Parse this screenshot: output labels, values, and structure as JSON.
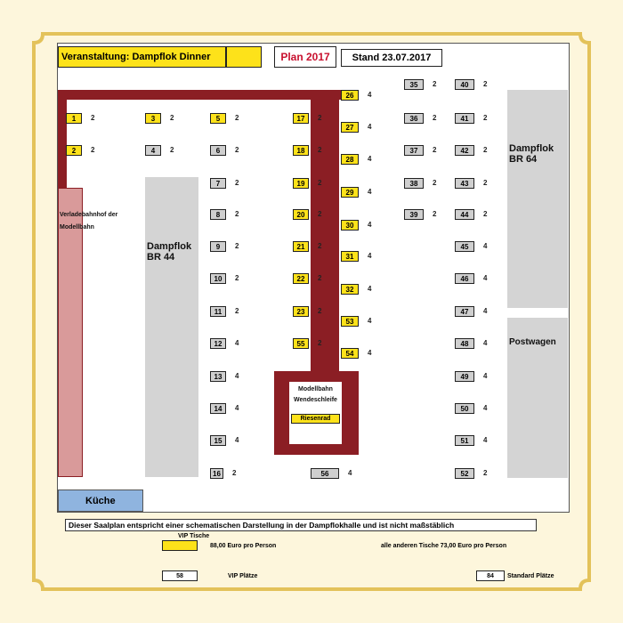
{
  "header": {
    "event": "Veranstaltung: Dampflok Dinner",
    "plan": "Plan 2017",
    "stand": "Stand 23.07.2017"
  },
  "areas": {
    "br44": "Dampflok BR 44",
    "br64": "Dampflok BR 64",
    "postwagen": "Postwagen",
    "kueche": "Küche",
    "verlade": "Verladebahnhof der Modellbahn",
    "modellbahn": "Modellbahn Wendeschleife",
    "riesenrad": "Riesenrad"
  },
  "tables": [
    {
      "no": "1",
      "seats": "2",
      "type": "vip"
    },
    {
      "no": "2",
      "seats": "2",
      "type": "vip"
    },
    {
      "no": "3",
      "seats": "2",
      "type": "vip"
    },
    {
      "no": "4",
      "seats": "2",
      "type": "std"
    },
    {
      "no": "5",
      "seats": "2",
      "type": "vip"
    },
    {
      "no": "6",
      "seats": "2",
      "type": "std"
    },
    {
      "no": "7",
      "seats": "2",
      "type": "std"
    },
    {
      "no": "8",
      "seats": "2",
      "type": "std"
    },
    {
      "no": "9",
      "seats": "2",
      "type": "std"
    },
    {
      "no": "10",
      "seats": "2",
      "type": "std"
    },
    {
      "no": "11",
      "seats": "2",
      "type": "std"
    },
    {
      "no": "12",
      "seats": "4",
      "type": "std"
    },
    {
      "no": "13",
      "seats": "4",
      "type": "std"
    },
    {
      "no": "14",
      "seats": "4",
      "type": "std"
    },
    {
      "no": "15",
      "seats": "4",
      "type": "std"
    },
    {
      "no": "16",
      "seats": "2",
      "type": "std"
    },
    {
      "no": "17",
      "seats": "2",
      "type": "vip"
    },
    {
      "no": "18",
      "seats": "2",
      "type": "vip"
    },
    {
      "no": "19",
      "seats": "2",
      "type": "vip"
    },
    {
      "no": "20",
      "seats": "2",
      "type": "vip"
    },
    {
      "no": "21",
      "seats": "2",
      "type": "vip"
    },
    {
      "no": "22",
      "seats": "2",
      "type": "vip"
    },
    {
      "no": "23",
      "seats": "2",
      "type": "vip"
    },
    {
      "no": "55",
      "seats": "2",
      "type": "vip"
    },
    {
      "no": "26",
      "seats": "4",
      "type": "vip"
    },
    {
      "no": "27",
      "seats": "4",
      "type": "vip"
    },
    {
      "no": "28",
      "seats": "4",
      "type": "vip"
    },
    {
      "no": "29",
      "seats": "4",
      "type": "vip"
    },
    {
      "no": "30",
      "seats": "4",
      "type": "vip"
    },
    {
      "no": "31",
      "seats": "4",
      "type": "vip"
    },
    {
      "no": "32",
      "seats": "4",
      "type": "vip"
    },
    {
      "no": "53",
      "seats": "4",
      "type": "vip"
    },
    {
      "no": "54",
      "seats": "4",
      "type": "vip"
    },
    {
      "no": "56",
      "seats": "4",
      "type": "std"
    },
    {
      "no": "35",
      "seats": "2",
      "type": "std"
    },
    {
      "no": "36",
      "seats": "2",
      "type": "std"
    },
    {
      "no": "37",
      "seats": "2",
      "type": "std"
    },
    {
      "no": "38",
      "seats": "2",
      "type": "std"
    },
    {
      "no": "39",
      "seats": "2",
      "type": "std"
    },
    {
      "no": "40",
      "seats": "2",
      "type": "std"
    },
    {
      "no": "41",
      "seats": "2",
      "type": "std"
    },
    {
      "no": "42",
      "seats": "2",
      "type": "std"
    },
    {
      "no": "43",
      "seats": "2",
      "type": "std"
    },
    {
      "no": "44",
      "seats": "2",
      "type": "std"
    },
    {
      "no": "45",
      "seats": "4",
      "type": "std"
    },
    {
      "no": "46",
      "seats": "4",
      "type": "std"
    },
    {
      "no": "47",
      "seats": "4",
      "type": "std"
    },
    {
      "no": "48",
      "seats": "4",
      "type": "std"
    },
    {
      "no": "49",
      "seats": "4",
      "type": "std"
    },
    {
      "no": "50",
      "seats": "4",
      "type": "std"
    },
    {
      "no": "51",
      "seats": "4",
      "type": "std"
    },
    {
      "no": "52",
      "seats": "2",
      "type": "std"
    }
  ],
  "footer": {
    "disclaimer": "Dieser Saalplan entspricht einer schematischen Darstellung in der Dampflokhalle und ist nicht maßstäblich",
    "vip_tables": "VIP Tische",
    "vip_price": "88,00 Euro pro Person",
    "other_price": "alle anderen Tische 73,00 Euro pro Person",
    "vip_count": "58",
    "vip_label": "VIP Plätze",
    "std_count": "84",
    "std_label": "Standard Plätze"
  },
  "colors": {
    "vip": "#fde21a",
    "standard": "#cfcfcf",
    "track": "#8b1e24",
    "kueche": "#8fb4df",
    "verlade": "#d99a9a",
    "frame": "#e3c25a"
  }
}
